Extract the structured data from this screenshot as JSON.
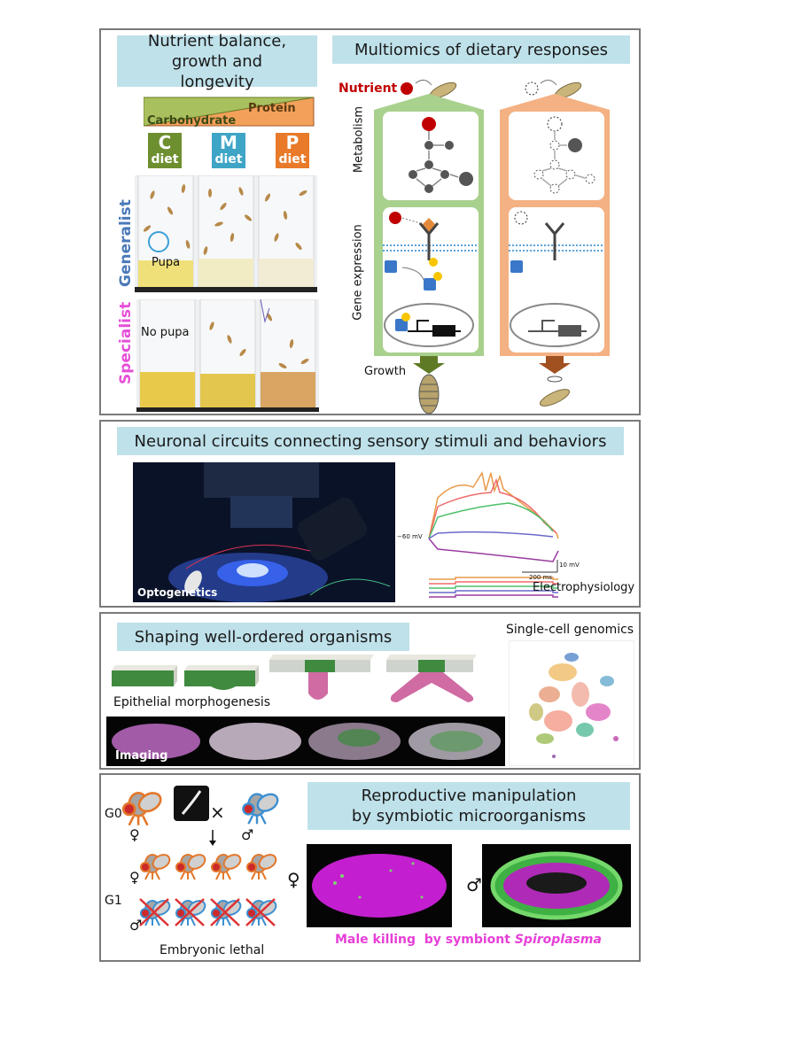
{
  "panel1": {
    "title_left": "Nutrient balance, growth and longevity",
    "title_right": "Multiomics of dietary responses",
    "protein_label": "Protein",
    "carbohydrate_label": "Carbohydrate",
    "diets": [
      {
        "letter": "C",
        "word": "diet",
        "color": "#6e8f2f"
      },
      {
        "letter": "M",
        "word": "diet",
        "color": "#3ea5c7"
      },
      {
        "letter": "P",
        "word": "diet",
        "color": "#e87a2a"
      }
    ],
    "generalist_label": "Generalist",
    "specialist_label": "Specialist",
    "pupa_label": "Pupa",
    "no_pupa_label": "No pupa",
    "nutrient_label": "Nutrient",
    "metabolism_label": "Metabolism",
    "gene_expression_label": "Gene expression",
    "growth_label": "Growth",
    "colors": {
      "generalist": "#4a79b8",
      "specialist": "#e64fd8",
      "nutrient": "#c00000",
      "left_column": "#a9d18e",
      "right_column": "#f4b183"
    }
  },
  "panel2": {
    "title": "Neuronal circuits connecting sensory stimuli and behaviors",
    "optogenetics_label": "Optogenetics",
    "electrophysiology_label": "Electrophysiology",
    "voltage_label": "−60 mV",
    "scale_mv": "10 mV",
    "scale_ms": "200 ms"
  },
  "panel3": {
    "title": "Shaping well-ordered organisms",
    "single_cell_label": "Single-cell genomics",
    "epithelial_label": "Epithelial morphogenesis",
    "imaging_label": "Imaging"
  },
  "panel4": {
    "title": "Reproductive manipulation by symbiotic microorganisms",
    "g0_label": "G0",
    "g1_label": "G1",
    "female_symbol": "♀",
    "male_symbol": "♂",
    "cross_symbol": "×",
    "embryonic_lethal_label": "Embryonic lethal",
    "male_killing_label": "Male killing  by symbiont ",
    "spiroplasma_label": "Spiroplasma"
  }
}
